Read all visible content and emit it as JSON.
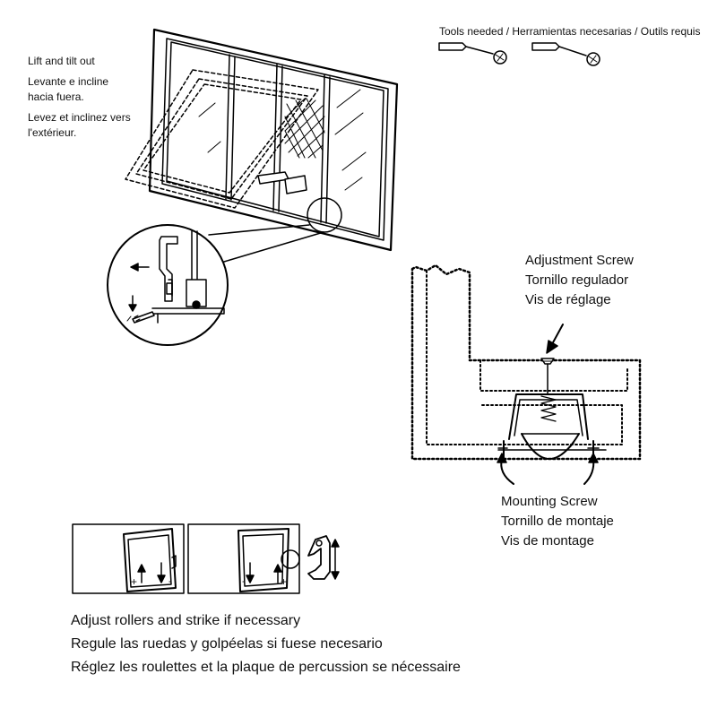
{
  "tools_caption": "Tools needed / Herramientas necesarias / Outils requis",
  "step1": {
    "en": "Lift and tilt out",
    "es_line1": "Levante e incline",
    "es_line2": "hacia fuera.",
    "fr_line1": "Levez et inclinez vers",
    "fr_line2": "l'extérieur."
  },
  "adjustment_screw": {
    "en": "Adjustment Screw",
    "es": "Tornillo regulador",
    "fr": "Vis de réglage"
  },
  "mounting_screw": {
    "en": "Mounting Screw",
    "es": "Tornillo de montaje",
    "fr": "Vis de montage"
  },
  "step2": {
    "en": "Adjust rollers and strike if necessary",
    "es": "Regule las ruedas y golpéelas si fuese necesario",
    "fr": "Réglez les roulettes et la plaque de percussion se nécessaire"
  },
  "marks": {
    "plus": "+",
    "minus": "-"
  },
  "icons": [
    "screwdriver-icon",
    "arrow-left-icon",
    "arrow-down-icon",
    "arrow-up-icon",
    "double-arrow-icon"
  ]
}
